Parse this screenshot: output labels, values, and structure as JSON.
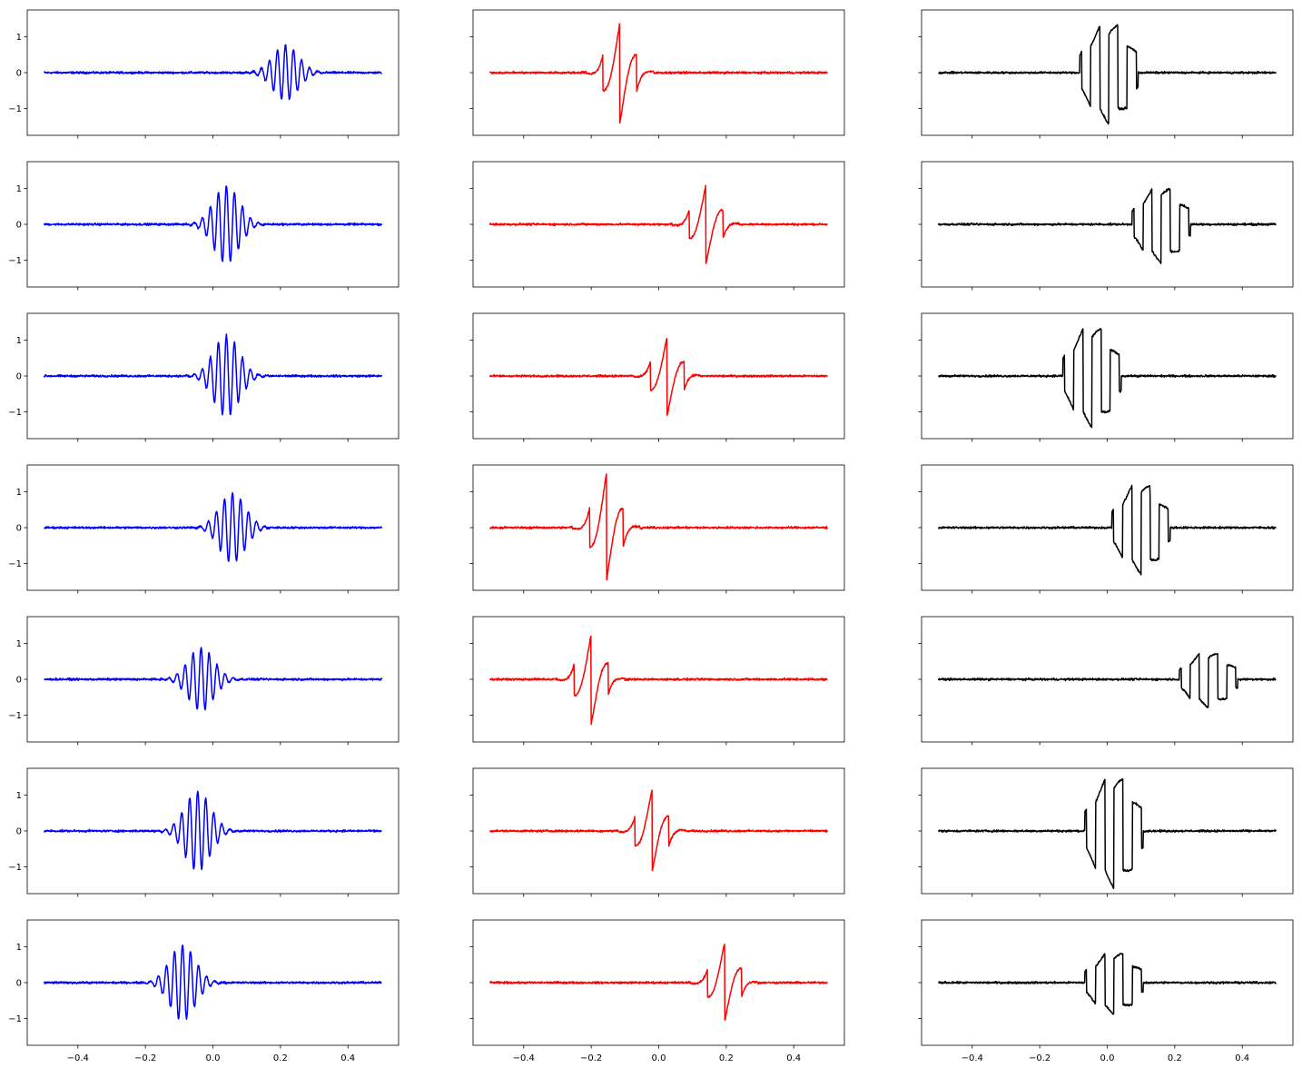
{
  "chart_data": {
    "type": "line",
    "layout": {
      "rows": 7,
      "columns": 3,
      "sharex": true,
      "sharey": true
    },
    "xlim": [
      -0.55,
      0.55
    ],
    "ylim": [
      -1.75,
      1.75
    ],
    "x_range": [
      -0.5,
      0.5
    ],
    "xticks": [
      -0.4,
      -0.2,
      0.0,
      0.2,
      0.4
    ],
    "xtick_labels": [
      "−0.4",
      "−0.2",
      "0.0",
      "0.2",
      "0.4"
    ],
    "yticks": [
      1,
      0,
      -1
    ],
    "ytick_labels": [
      "1",
      "0",
      "−1"
    ],
    "grid": false,
    "noise_level": 0.02,
    "columns": [
      {
        "signal": "gaussian-modulated-sinusoid",
        "color": "#0000ff",
        "params": {
          "sigma": 0.038,
          "frequency": 42
        },
        "rows": [
          {
            "center": 0.215,
            "amplitude": 0.78
          },
          {
            "center": 0.04,
            "amplitude": 1.08
          },
          {
            "center": 0.04,
            "amplitude": 1.14
          },
          {
            "center": 0.058,
            "amplitude": 0.98
          },
          {
            "center": -0.035,
            "amplitude": 0.88
          },
          {
            "center": -0.045,
            "amplitude": 1.12
          },
          {
            "center": -0.09,
            "amplitude": 1.06
          }
        ]
      },
      {
        "signal": "sawtooth-burst",
        "color": "#ff0000",
        "params": {
          "tooth_period": 0.05,
          "width": 0.1
        },
        "rows": [
          {
            "center": -0.115,
            "amplitude": 1.4
          },
          {
            "center": 0.14,
            "amplitude": 1.1
          },
          {
            "center": 0.025,
            "amplitude": 1.1
          },
          {
            "center": -0.155,
            "amplitude": 1.5
          },
          {
            "center": -0.2,
            "amplitude": 1.25
          },
          {
            "center": -0.02,
            "amplitude": 1.15
          },
          {
            "center": 0.195,
            "amplitude": 1.1
          }
        ]
      },
      {
        "signal": "square-burst",
        "color": "#000000",
        "params": {
          "period": 0.054,
          "width": 0.14
        },
        "rows": [
          {
            "center": 0.005,
            "amplitude": 1.45
          },
          {
            "center": 0.16,
            "amplitude": 1.1
          },
          {
            "center": -0.045,
            "amplitude": 1.45
          },
          {
            "center": 0.1,
            "amplitude": 1.3
          },
          {
            "center": 0.3,
            "amplitude": 0.8
          },
          {
            "center": 0.02,
            "amplitude": 1.6
          },
          {
            "center": 0.02,
            "amplitude": 0.9
          }
        ]
      }
    ]
  }
}
